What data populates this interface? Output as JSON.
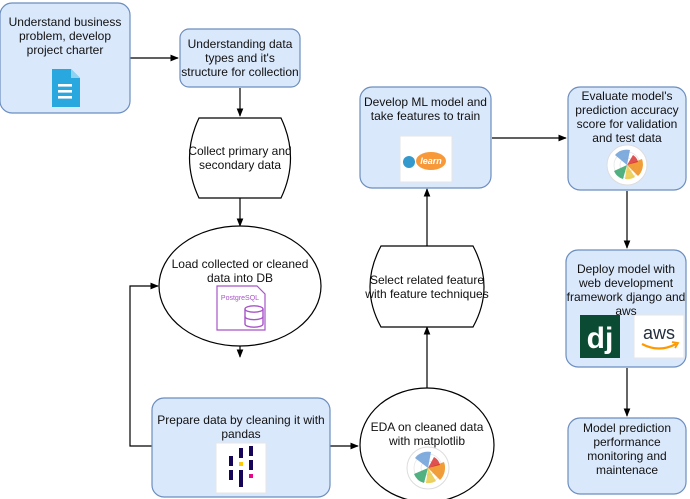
{
  "nodes": {
    "understand_business": "Understand business\nproblem, develop\nproject charter",
    "understanding_data_types": "Understanding data\ntypes and it's\nstructure for collection",
    "collect_data": "Collect primary and\nsecondary data",
    "load_into_db": "Load collected or cleaned\ndata into DB",
    "prepare_data": "Prepare data by cleaning it with\npandas",
    "eda": "EDA on cleaned data\nwith matplotlib",
    "select_features": "Select related feature\nwith feature techniques",
    "develop_model": "Develop ML model and\ntake features to train",
    "evaluate_model": "Evaluate model's\nprediction accuracy\nscore for validation\nand test data",
    "deploy_model": "Deploy model with\nweb development\nframework django and\naws",
    "monitoring": "Model prediction\nperformance\nmonitoring and\nmaintenace"
  },
  "logos": {
    "postgres": "PostgreSQL",
    "sklearn": "learn",
    "django": "dj",
    "aws": "aws"
  },
  "colors": {
    "node_fill": "#dae8fc",
    "node_stroke": "#6c8ebf",
    "shape_fill": "#ffffff",
    "shape_stroke": "#000000",
    "doc_icon": "#29a8e0",
    "postgres_purple": "#a855c8",
    "sklearn_blue": "#3499cd",
    "sklearn_orange": "#f89939",
    "django_green": "#0c4b33",
    "aws_orange": "#ff9900",
    "aws_text": "#232f3e"
  }
}
